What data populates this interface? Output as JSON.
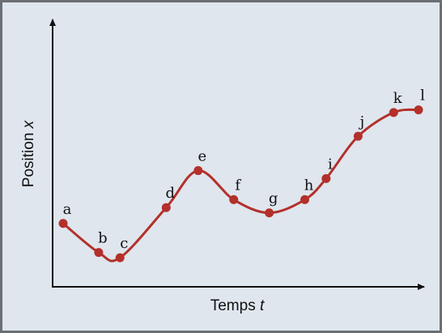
{
  "chart_data": {
    "type": "line",
    "xlabel": {
      "text": "Temps",
      "var": "t"
    },
    "ylabel": {
      "text": "Position",
      "var": "x"
    },
    "points": [
      {
        "label": "a",
        "t": 0.0,
        "x": 0.24
      },
      {
        "label": "b",
        "t": 0.1,
        "x": 0.13
      },
      {
        "label": "c",
        "t": 0.16,
        "x": 0.11
      },
      {
        "label": "d",
        "t": 0.29,
        "x": 0.3
      },
      {
        "label": "e",
        "t": 0.38,
        "x": 0.44
      },
      {
        "label": "f",
        "t": 0.48,
        "x": 0.33
      },
      {
        "label": "g",
        "t": 0.58,
        "x": 0.28
      },
      {
        "label": "h",
        "t": 0.68,
        "x": 0.33
      },
      {
        "label": "i",
        "t": 0.74,
        "x": 0.41
      },
      {
        "label": "j",
        "t": 0.83,
        "x": 0.57
      },
      {
        "label": "k",
        "t": 0.93,
        "x": 0.66
      },
      {
        "label": "l",
        "t": 1.0,
        "x": 0.67
      }
    ],
    "colors": {
      "curve": "#b3302b",
      "axis": "#111111"
    }
  }
}
